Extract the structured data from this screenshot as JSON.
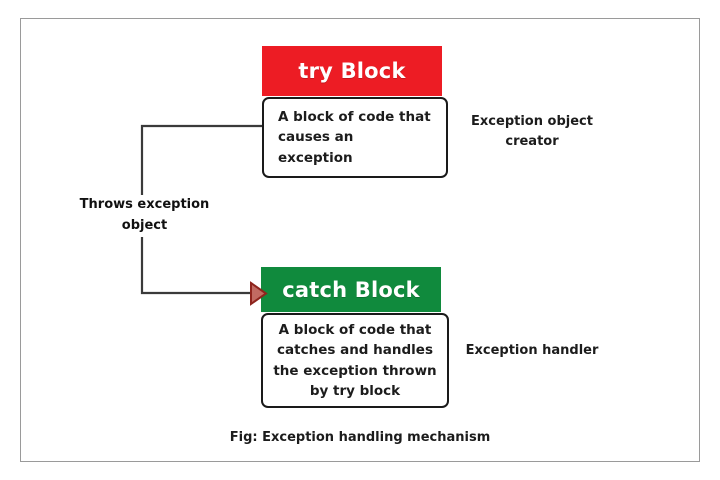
{
  "figure": {
    "caption": "Fig: Exception handling mechanism"
  },
  "blocks": [
    {
      "id": "try",
      "header_label": "try Block",
      "body_text": "A block of code that causes an exception",
      "header_color": "#ED1C24",
      "side_label": "Exception object creator"
    },
    {
      "id": "catch",
      "header_label": "catch Block",
      "body_text": "A block of code that catches and handles the exception thrown by try block",
      "header_color": "#108A3D",
      "side_label": "Exception handler"
    }
  ],
  "connector": {
    "label": "Throws exception object",
    "line_color": "#3a3a3a",
    "arrow_color": "#9b2b24"
  },
  "frame": {
    "border_color": "#9A9A9A"
  }
}
